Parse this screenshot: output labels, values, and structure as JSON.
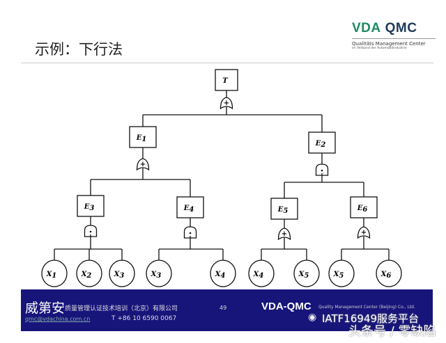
{
  "slide": {
    "title": "示例：下行法"
  },
  "logo": {
    "vda": "VDA",
    "qmc": "QMC",
    "line2": "Qualitäts Management Center",
    "line3": "im Verband der Automobilindustrie"
  },
  "tree": {
    "top": "T",
    "intermediate": [
      {
        "label": "E",
        "sub": "1",
        "gate": "or"
      },
      {
        "label": "E",
        "sub": "2",
        "gate": "and"
      },
      {
        "label": "E",
        "sub": "3",
        "gate": "and"
      },
      {
        "label": "E",
        "sub": "4",
        "gate": "and"
      },
      {
        "label": "E",
        "sub": "5",
        "gate": "or"
      },
      {
        "label": "E",
        "sub": "6",
        "gate": "or"
      }
    ],
    "top_gate": "or",
    "basic": [
      {
        "label": "X",
        "sub": "1"
      },
      {
        "label": "X",
        "sub": "2"
      },
      {
        "label": "X",
        "sub": "3"
      },
      {
        "label": "X",
        "sub": "3"
      },
      {
        "label": "X",
        "sub": "4"
      },
      {
        "label": "X",
        "sub": "4"
      },
      {
        "label": "X",
        "sub": "5"
      },
      {
        "label": "X",
        "sub": "5"
      },
      {
        "label": "X",
        "sub": "6"
      }
    ]
  },
  "footer": {
    "company": "威第安",
    "company_sub": "质量管理认证技术培训（北京）有限公司",
    "page": "49",
    "email": "qmc@vdachina.com.cn",
    "phone": "T +86 10 6590 0067",
    "brand": "VDA-QMC",
    "brand_sub": "Quality Management Center (Beijing) Co., Ltd."
  },
  "watermark": {
    "line1": "IATF16949服务平台",
    "line2": "头条号 / 零缺陷"
  },
  "colors": {
    "footer_bg": "#17157a",
    "logo_green": "#1f8a5f",
    "logo_navy": "#1f3a5a"
  }
}
